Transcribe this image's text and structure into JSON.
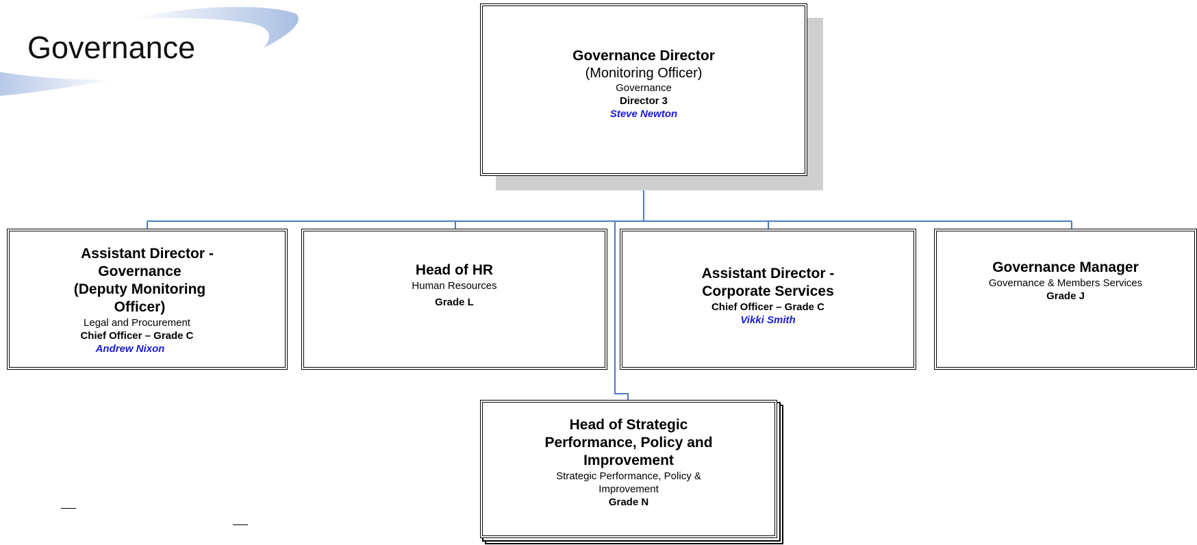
{
  "page_title": "Governance",
  "colors": {
    "connector": "#4a7cc4",
    "name": "#1a1ad6",
    "shadow": "#cfcfcf"
  },
  "top": {
    "title": "Governance Director",
    "subtitle": "(Monitoring Officer)",
    "dept": "Governance",
    "grade": "Director 3",
    "name": "Steve Newton"
  },
  "children": [
    {
      "title": "Assistant Director - Governance (Deputy Monitoring Officer)",
      "title_lines": [
        "Assistant Director -",
        "Governance",
        "(Deputy Monitoring",
        "Officer)"
      ],
      "dept": "Legal and Procurement",
      "grade": "Chief Officer – Grade C",
      "name": "Andrew Nixon"
    },
    {
      "title": "Head of HR",
      "dept": "Human Resources",
      "grade": "Grade L"
    },
    {
      "title": "Assistant Director - Corporate Services",
      "title_lines": [
        "Assistant Director -",
        "Corporate Services"
      ],
      "grade": "Chief Officer – Grade C",
      "name": "Vikki Smith"
    },
    {
      "title": "Governance Manager",
      "dept": "Governance & Members Services",
      "grade": "Grade J"
    }
  ],
  "bottom": {
    "title": "Head of Strategic Performance, Policy and Improvement",
    "title_lines": [
      "Head of Strategic",
      "Performance, Policy and",
      "Improvement"
    ],
    "dept": "Strategic Performance, Policy & Improvement",
    "dept_lines": [
      "Strategic Performance, Policy &",
      "Improvement"
    ],
    "grade": "Grade N"
  }
}
